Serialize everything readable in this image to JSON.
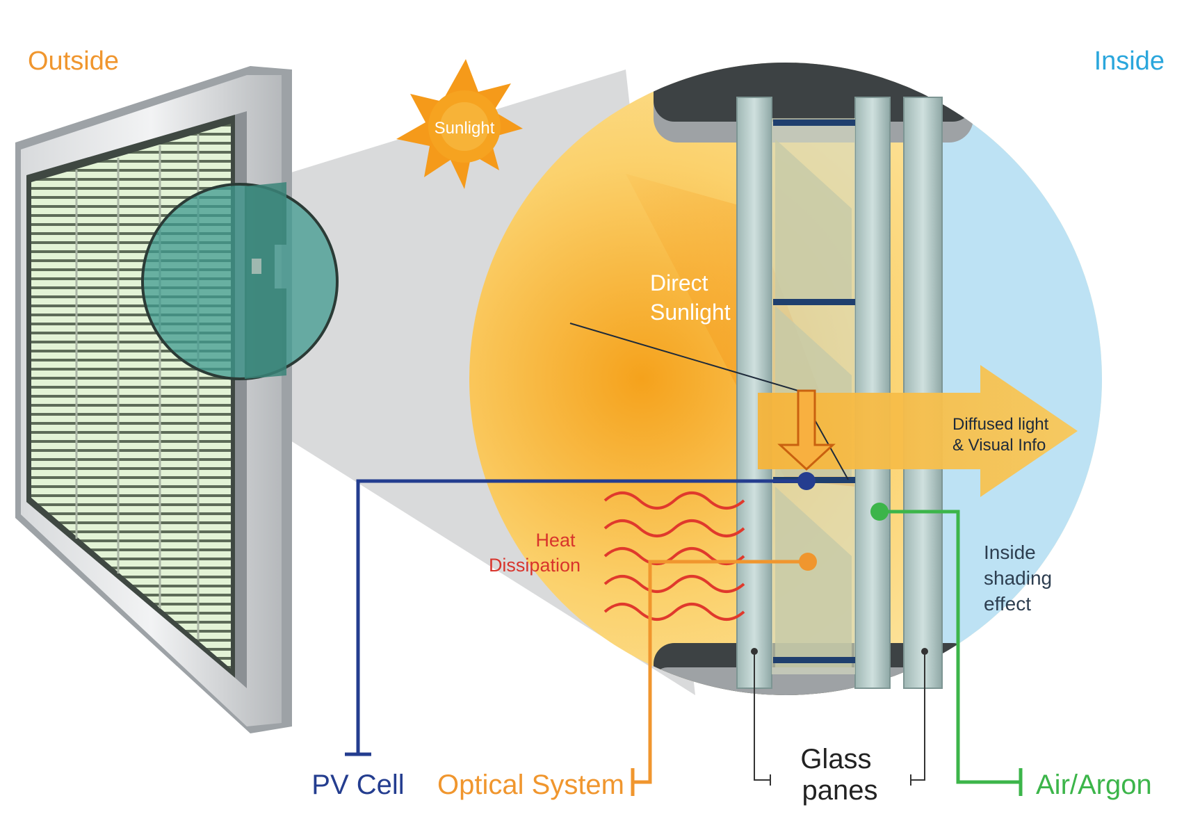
{
  "labels": {
    "outside": "Outside",
    "inside": "Inside",
    "sunlight": "Sunlight",
    "direct_sunlight": [
      "Direct",
      "Sunlight"
    ],
    "diffused_light": [
      "Diffused light",
      "& Visual Info"
    ],
    "heat_dissipation": [
      "Heat",
      "Dissipation"
    ],
    "inside_shading": [
      "Inside",
      "shading",
      "effect"
    ],
    "pv_cell": "PV Cell",
    "optical_system": "Optical System",
    "glass_panes": [
      "Glass",
      "panes"
    ],
    "air_argon": "Air/Argon"
  },
  "colors": {
    "outside_text": "#f0962e",
    "inside_text": "#2aa6dc",
    "pv_line": "#243d8f",
    "optical_line": "#f0962e",
    "air_line": "#3cb54a",
    "heat_text": "#d8342c",
    "glass_line": "#333333"
  }
}
